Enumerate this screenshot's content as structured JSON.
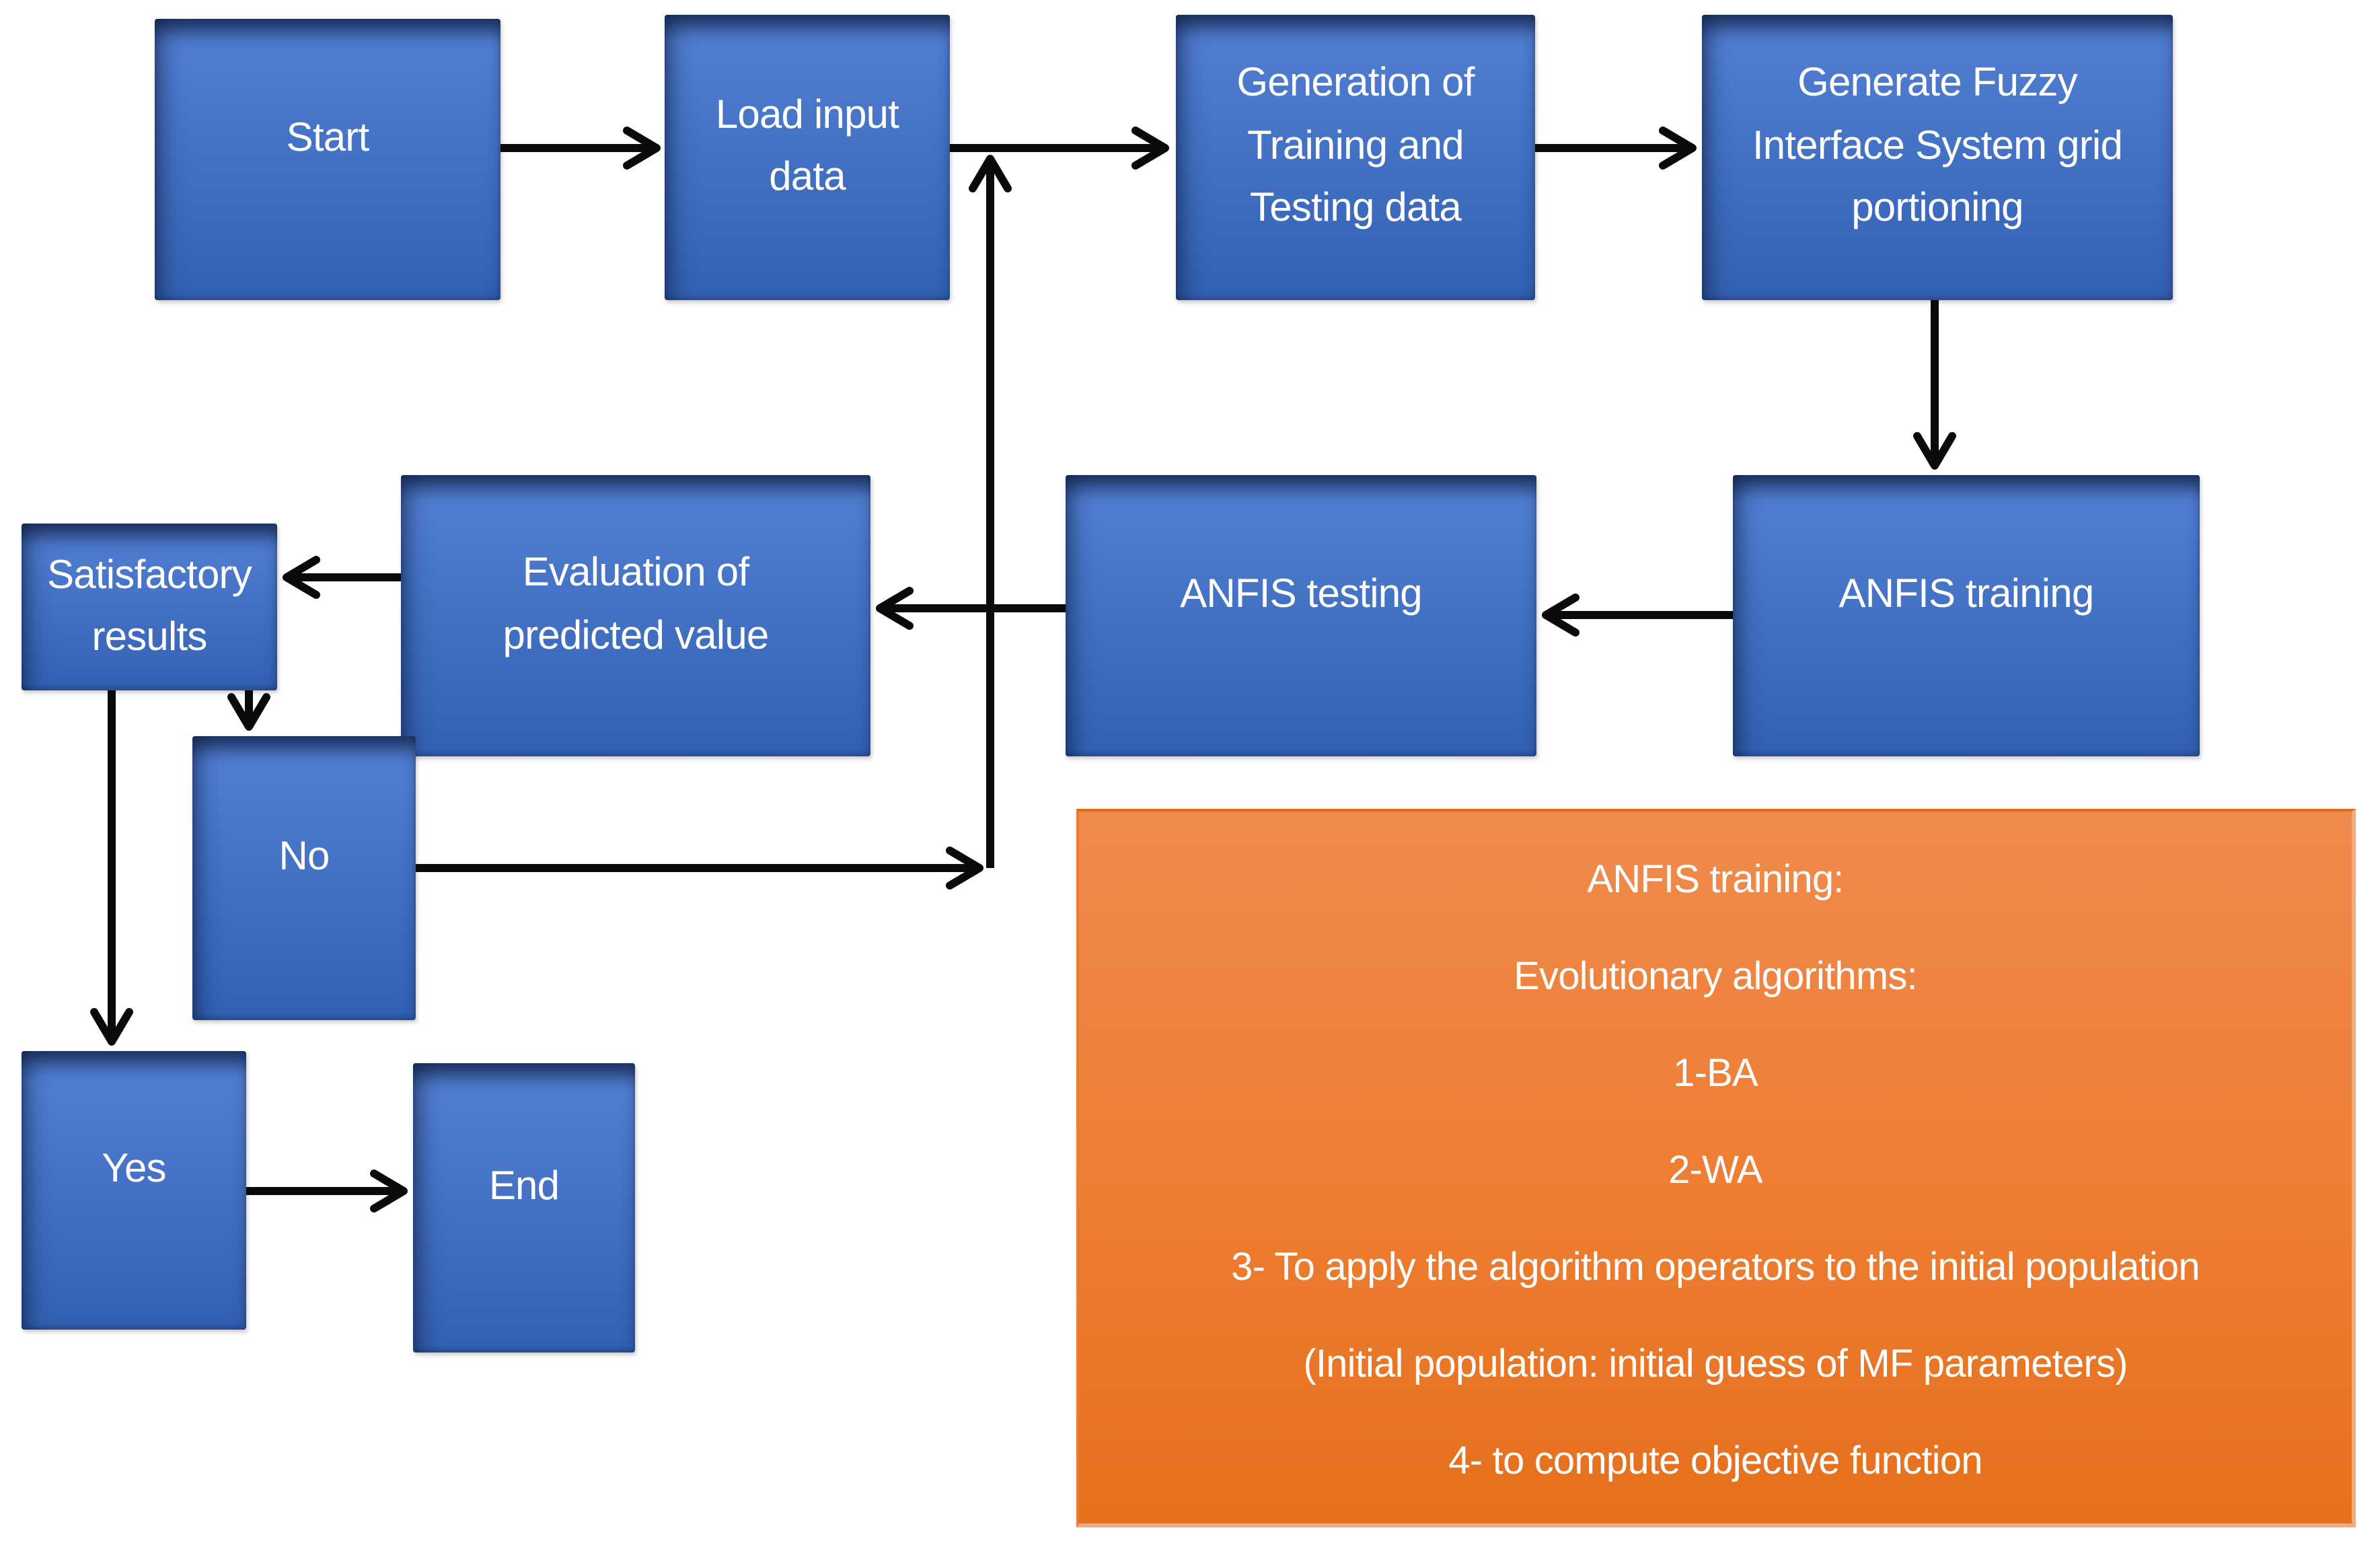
{
  "nodes": {
    "start": {
      "label": "Start"
    },
    "load_input": {
      "label": "Load input\ndata"
    },
    "generation": {
      "label": "Generation of\nTraining and\nTesting data"
    },
    "fuzzy_grid": {
      "label": "Generate Fuzzy\nInterface System grid\nportioning"
    },
    "anfis_training": {
      "label": "ANFIS training"
    },
    "anfis_testing": {
      "label": "ANFIS testing"
    },
    "evaluation": {
      "label": "Evaluation of\npredicted value"
    },
    "satisfactory": {
      "label": "Satisfactory\nresults"
    },
    "no": {
      "label": "No"
    },
    "yes": {
      "label": "Yes"
    },
    "end": {
      "label": "End"
    }
  },
  "note": {
    "lines": [
      "ANFIS training:",
      "Evolutionary algorithms:",
      "1-BA",
      "2-WA",
      "3- To apply the algorithm operators to the initial population",
      "(Initial population: initial guess of MF parameters)",
      "4- to compute objective function"
    ]
  },
  "colors": {
    "node_fill": "#4472c4",
    "node_shadow": "#1f3864",
    "note_fill": "#ed7d31",
    "arrow": "#0a0a0a",
    "text": "#ffffff",
    "background": "#ffffff"
  }
}
